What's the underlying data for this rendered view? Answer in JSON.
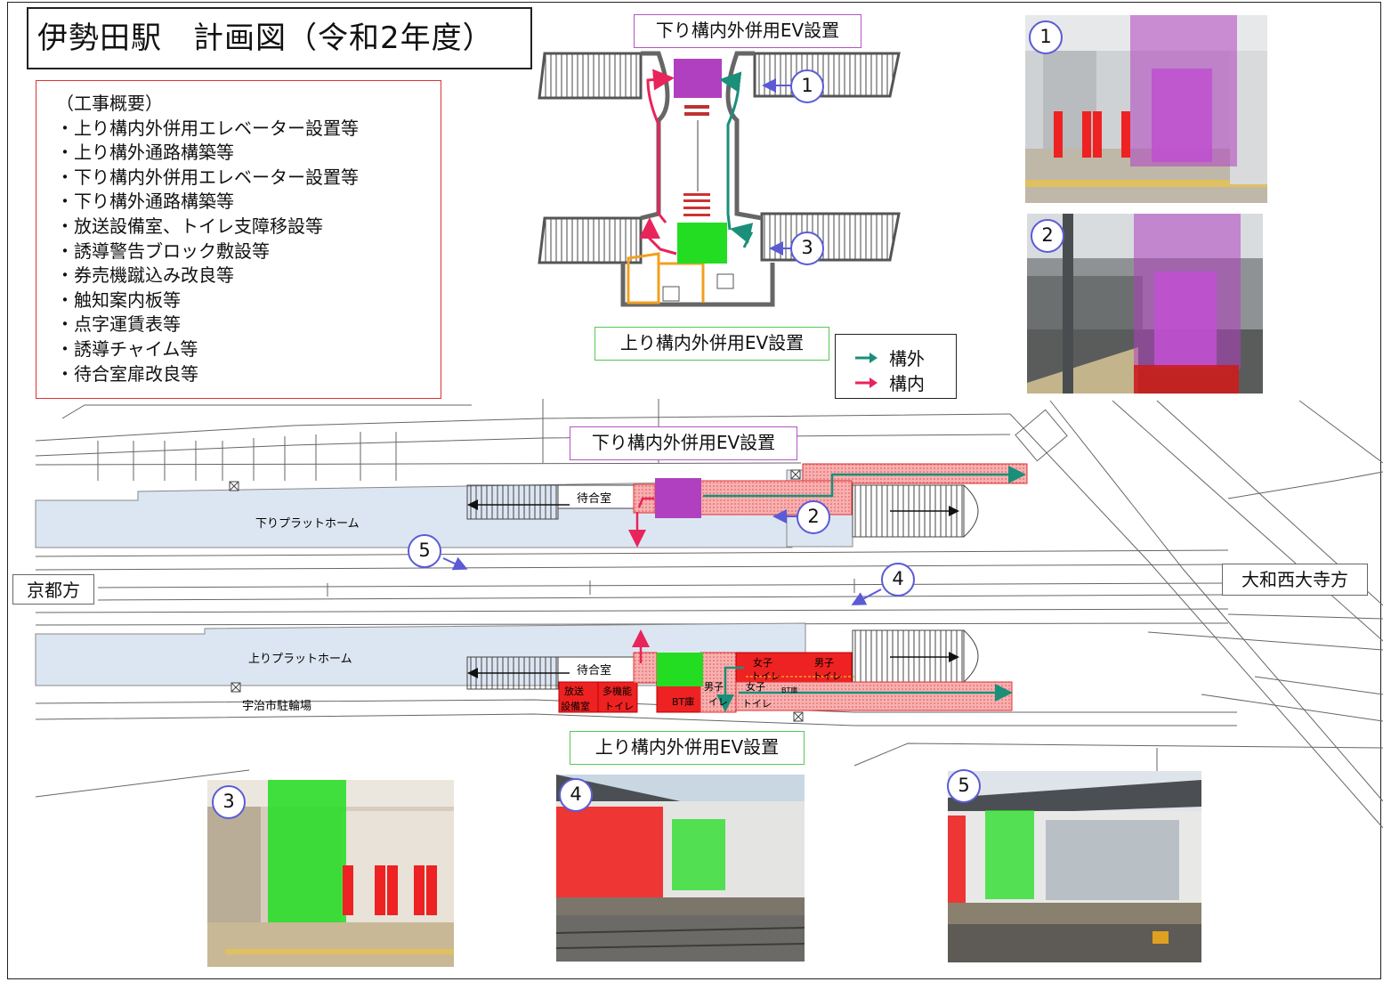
{
  "title": "伊勢田駅　計画図（令和2年度）",
  "overview": {
    "heading": "（工事概要）",
    "items": [
      "・上り構内外併用エレベーター設置等",
      "・上り構外通路構築等",
      "・下り構内外併用エレベーター設置等",
      "・下り構外通路構築等",
      "・放送設備室、トイレ支障移設等",
      "・誘導警告ブロック敷設等",
      "・券売機蹴込み改良等",
      "・触知案内板等",
      "・点字運賃表等",
      "・誘導チャイム等",
      "・待合室扉改良等"
    ]
  },
  "labels": {
    "down_ev_top": "下り構内外併用EV設置",
    "up_ev_mid": "上り構内外併用EV設置",
    "down_ev_map": "下り構内外併用EV設置",
    "up_ev_bottom": "上り構内外併用EV設置",
    "kyoto": "京都方",
    "yamato": "大和西大寺方"
  },
  "legend": {
    "outside": "構外",
    "inside": "構内",
    "outside_color": "#1a8f7a",
    "inside_color": "#e8245a"
  },
  "map_text": {
    "down_platform": "下りプラットホーム",
    "up_platform": "上りプラットホーム",
    "waiting_room_down": "待合室",
    "waiting_room_up": "待合室",
    "bicycle_parking": "宇治市駐輪場",
    "broadcast_room_1": "放送",
    "broadcast_room_2": "設備室",
    "multi_toilet_1": "多機能",
    "multi_toilet_2": "トイレ",
    "bt_room": "BT庫",
    "bt_room_small": "BT庫",
    "womens_toilet_1": "女子",
    "womens_toilet_2": "トイレ",
    "mens_toilet_1": "男子",
    "mens_toilet_2": "トイレ",
    "mens_toilet_new_1": "男子",
    "mens_toilet_new_2": "イレ",
    "womens_toilet_new_1": "女子",
    "womens_toilet_new_2": "トイレ"
  },
  "markers": [
    "1",
    "2",
    "3",
    "4",
    "5"
  ],
  "colors": {
    "down_ev": "#b040c0",
    "up_ev": "#22dd22",
    "construction": "#ee2222",
    "platform": "#dce6f2"
  }
}
